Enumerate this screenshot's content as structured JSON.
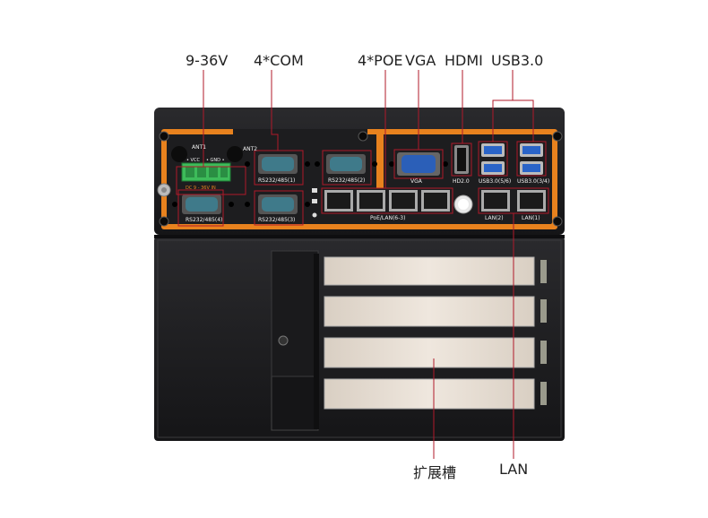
{
  "callouts": {
    "power": "9-36V",
    "com": "4*COM",
    "poe": "4*POE",
    "vga": "VGA",
    "hdmi": "HDMI",
    "usb": "USB3.0",
    "slots": "扩展槽",
    "lan": "LAN"
  },
  "panel_labels": {
    "ant1": "ANT1",
    "ant2": "ANT2",
    "vcc": "• VCC",
    "gnd": "• GND •",
    "dc_in": "DC 9 - 36V IN",
    "com1": "RS232/485(1)",
    "com2": "RS232/485(2)",
    "com3": "RS232/485(3)",
    "com4": "RS232/485(4)",
    "vga": "VGA",
    "hdmi": "HD2.0",
    "usb56": "USB3.0(5/6)",
    "usb34": "USB3.0(3/4)",
    "poe_lan": "PoE/LAN(6-3)",
    "lan2": "LAN(2)",
    "lan1": "LAN(1)"
  },
  "colors": {
    "chassis": "#1c1c1e",
    "accent_orange": "#e8821e",
    "db9_blue": "#3f7a8a",
    "vga_blue": "#2b5fb8",
    "usb_blue": "#2a64c8",
    "terminal_green": "#3dbb5a",
    "callout_line": "#b0192a",
    "slot_cover": "#e6ddd3"
  }
}
